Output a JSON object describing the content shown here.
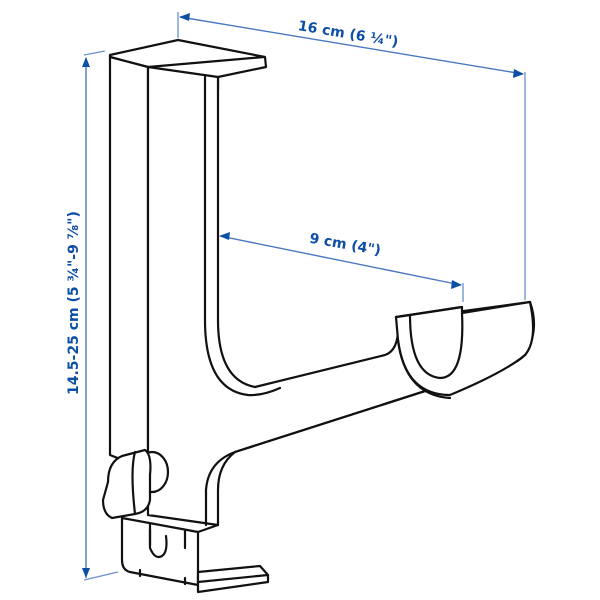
{
  "diagram": {
    "type": "product dimension drawing",
    "subject": "curtain rod bracket",
    "dimensions": {
      "width": {
        "label": "16 cm (6 ¼\")"
      },
      "depth": {
        "label": "9 cm (4\")"
      },
      "height": {
        "label": "14.5-25 cm (5 ¾\"-9 ⅞\")"
      }
    },
    "colors": {
      "dimension_text": "#0d4ea6",
      "dimension_line": "#4a78c0",
      "outline": "#111111",
      "background": "#ffffff"
    }
  }
}
